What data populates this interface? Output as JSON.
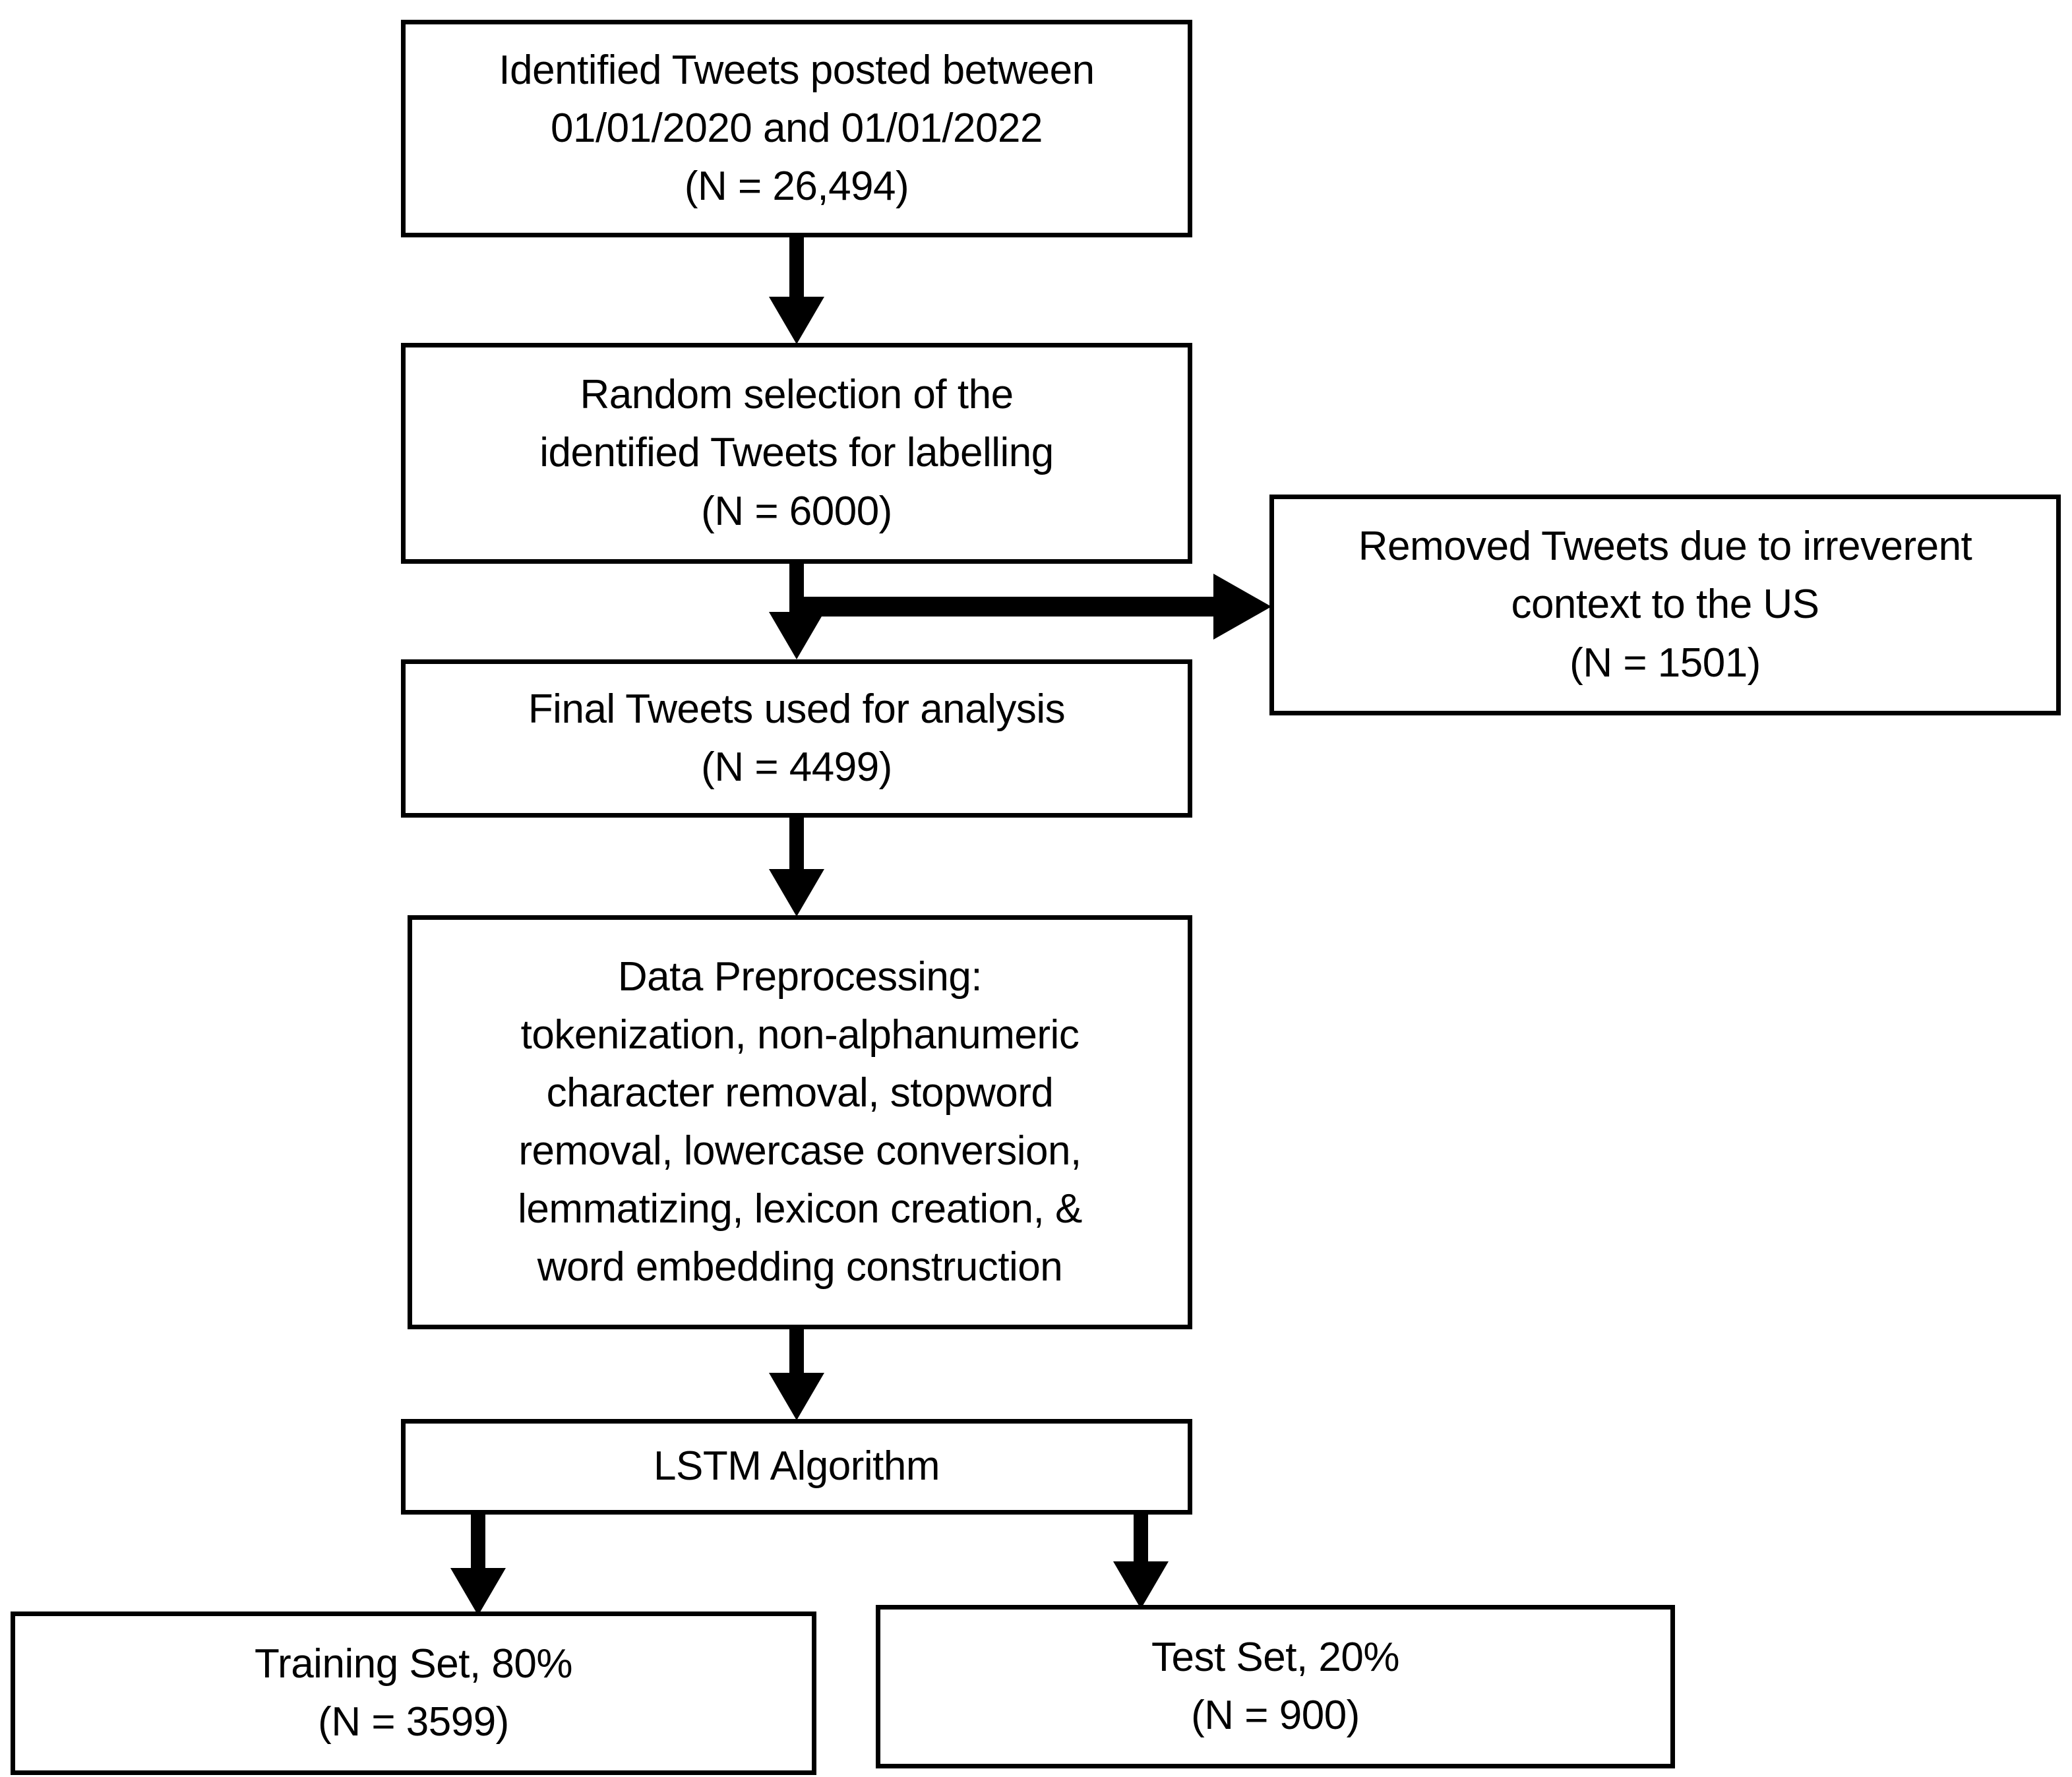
{
  "diagram": {
    "title": "Tweet dataset processing flowchart",
    "colors": {
      "stroke": "#000000",
      "background": "#ffffff",
      "text": "#000000"
    },
    "nodes": {
      "identified": {
        "lines": [
          "Identified Tweets posted between",
          "01/01/2020 and 01/01/2022",
          "(N = 26,494)"
        ]
      },
      "random": {
        "lines": [
          "Random selection of the",
          "identified Tweets for labelling",
          "(N = 6000)"
        ]
      },
      "removed": {
        "lines": [
          "Removed Tweets due to irreverent",
          "context to the US",
          "(N = 1501)"
        ]
      },
      "final": {
        "lines": [
          "Final Tweets used for analysis",
          "(N = 4499)"
        ]
      },
      "preprocessing": {
        "lines": [
          "Data Preprocessing:",
          "tokenization, non-alphanumeric",
          "character removal, stopword",
          "removal, lowercase conversion,",
          "lemmatizing, lexicon creation, &",
          "word embedding construction"
        ]
      },
      "lstm": {
        "lines": [
          "LSTM Algorithm"
        ]
      },
      "training": {
        "lines": [
          "Training Set, 80%",
          "(N = 3599)"
        ]
      },
      "test": {
        "lines": [
          "Test Set, 20%",
          "(N = 900)"
        ]
      }
    },
    "connectors": [
      {
        "name": "identified-to-random",
        "icon": "arrow-down-icon"
      },
      {
        "name": "random-to-final",
        "icon": "arrow-down-icon"
      },
      {
        "name": "random-to-removed",
        "icon": "arrow-right-icon"
      },
      {
        "name": "final-to-preprocessing",
        "icon": "arrow-down-icon"
      },
      {
        "name": "preprocessing-to-lstm",
        "icon": "arrow-down-icon"
      },
      {
        "name": "lstm-to-training",
        "icon": "arrow-down-icon"
      },
      {
        "name": "lstm-to-test",
        "icon": "arrow-down-icon"
      }
    ]
  }
}
